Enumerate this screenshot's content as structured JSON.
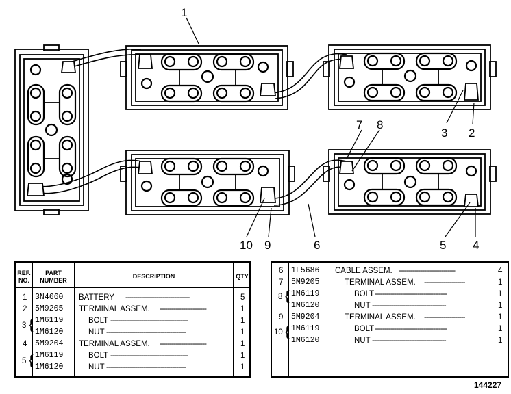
{
  "callouts": [
    "1",
    "2",
    "3",
    "4",
    "5",
    "6",
    "7",
    "8",
    "9",
    "10"
  ],
  "left_table": {
    "headers": {
      "ref": "REF.\nNO.",
      "part": "PART\nNUMBER",
      "desc": "DESCRIPTION",
      "qty": "QTY"
    },
    "rows": [
      {
        "ref": "1",
        "part": "3N4660",
        "desc": "BATTERY",
        "qty": "5"
      },
      {
        "ref": "2",
        "part": "5M9205",
        "desc": "TERMINAL ASSEM.",
        "qty": "1"
      },
      {
        "ref": "",
        "part": "1M6119",
        "desc": "BOLT",
        "qty": "1"
      },
      {
        "ref": "",
        "part": "1M6120",
        "desc": "NUT",
        "qty": "1"
      },
      {
        "ref": "4",
        "part": "5M9204",
        "desc": "TERMINAL ASSEM.",
        "qty": "1"
      },
      {
        "ref": "",
        "part": "1M6119",
        "desc": "BOLT",
        "qty": "1"
      },
      {
        "ref": "",
        "part": "1M6120",
        "desc": "NUT",
        "qty": "1"
      }
    ],
    "group_refs": [
      {
        "ref": "3"
      },
      {
        "ref": "5"
      }
    ]
  },
  "right_table": {
    "rows": [
      {
        "ref": "6",
        "part": "1L5686",
        "desc": "CABLE ASSEM.",
        "qty": "4"
      },
      {
        "ref": "7",
        "part": "5M9205",
        "desc": "TERMINAL ASSEM.",
        "qty": "1"
      },
      {
        "ref": "",
        "part": "1M6119",
        "desc": "BOLT",
        "qty": "1"
      },
      {
        "ref": "",
        "part": "1M6120",
        "desc": "NUT",
        "qty": "1"
      },
      {
        "ref": "9",
        "part": "5M9204",
        "desc": "TERMINAL ASSEM.",
        "qty": "1"
      },
      {
        "ref": "",
        "part": "1M6119",
        "desc": "BOLT",
        "qty": "1"
      },
      {
        "ref": "",
        "part": "1M6120",
        "desc": "NUT",
        "qty": "1"
      }
    ],
    "group_refs": [
      {
        "ref": "8"
      },
      {
        "ref": "10"
      }
    ]
  },
  "figure_number": "144227"
}
